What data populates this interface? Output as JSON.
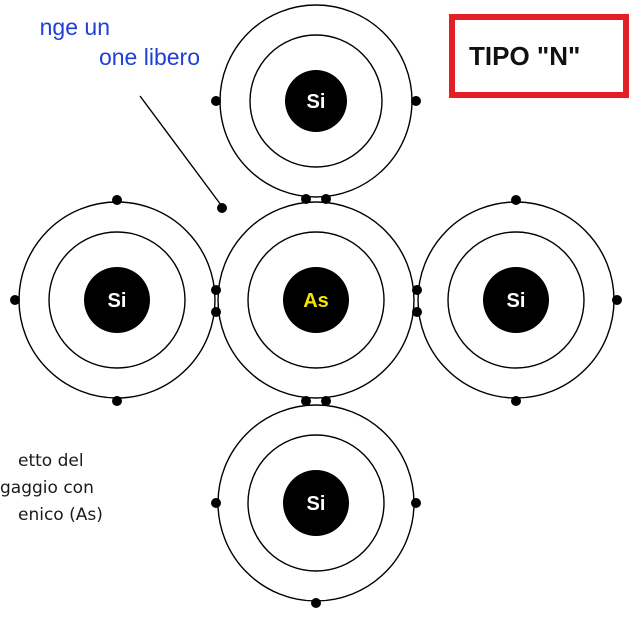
{
  "annotation_free_electron": {
    "line1": "nge un",
    "line2": "one libero"
  },
  "type_label": "TIPO \"N\"",
  "annotation_doping": {
    "line1": "etto del",
    "line2": "gaggio con",
    "line3": "enico (As)"
  },
  "atoms": {
    "top": "Si",
    "left": "Si",
    "center": "As",
    "right": "Si",
    "bottom": "Si"
  },
  "colors": {
    "annotation_blue": "#1f3fd6",
    "type_box_border": "#e31e24",
    "dopant_label": "#f5e400",
    "nucleus": "#000000"
  }
}
